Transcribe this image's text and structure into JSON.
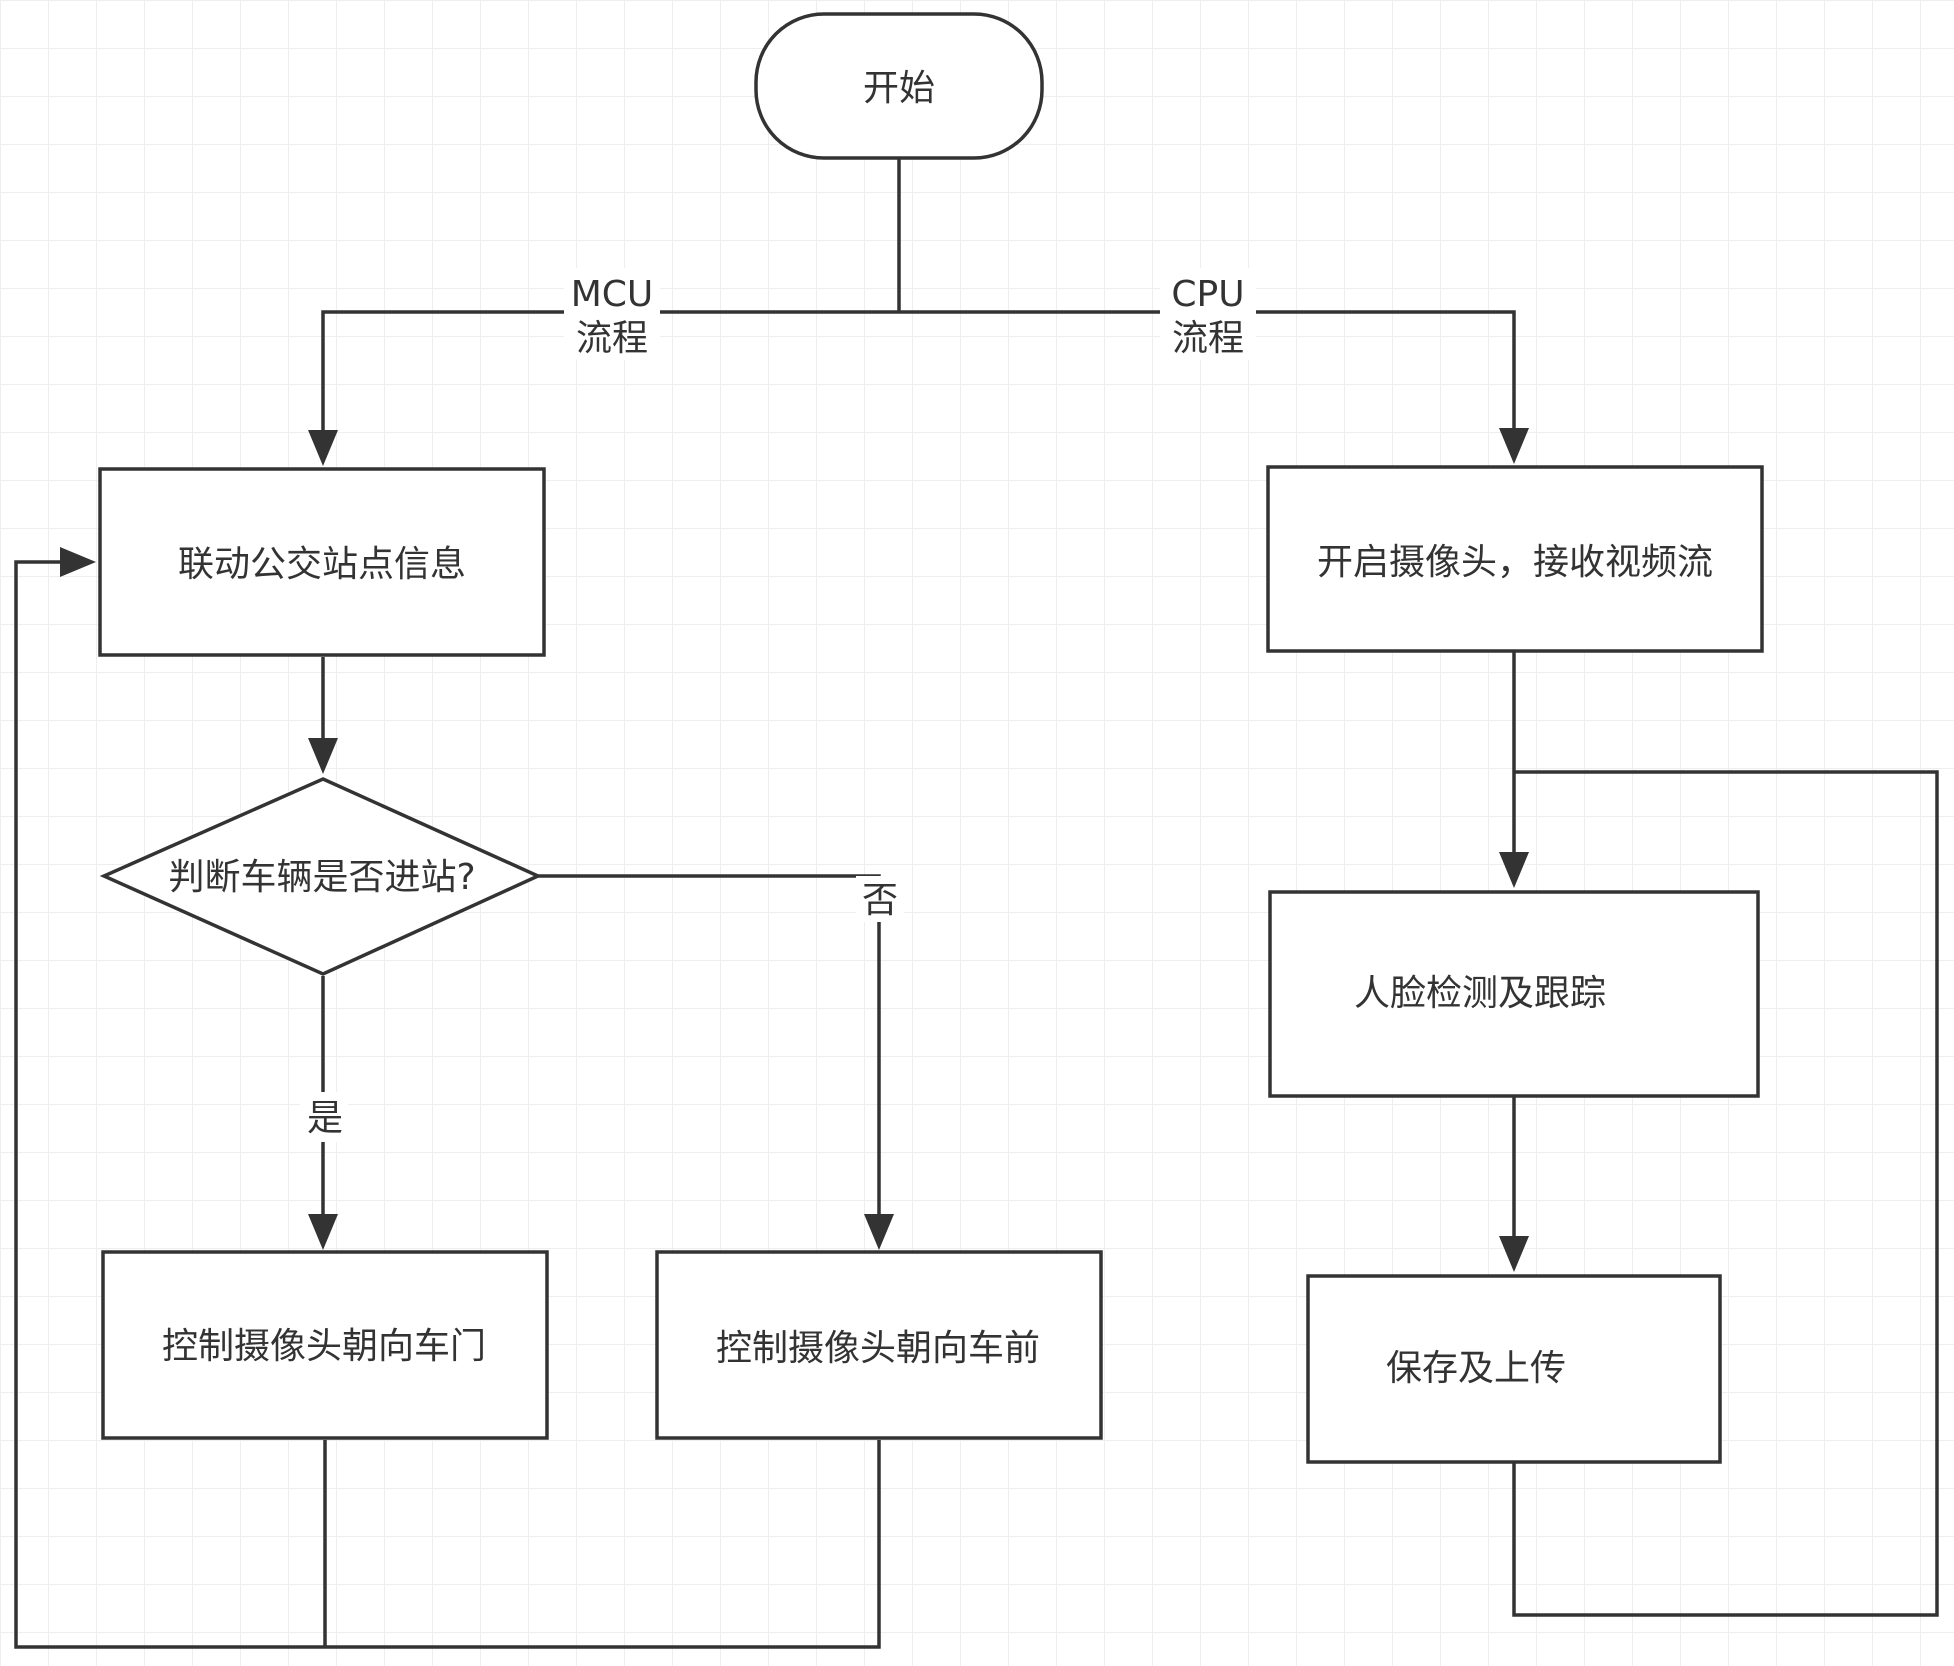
{
  "diagram": {
    "nodes": {
      "start": "开始",
      "bus_stop_info": "联动公交站点信息",
      "decision_enter_station": "判断车辆是否进站?",
      "camera_to_door": "控制摄像头朝向车门",
      "camera_to_front": "控制摄像头朝向车前",
      "open_camera": "开启摄像头，接收视频流",
      "face_detect_track": "人脸检测及跟踪",
      "save_upload": "保存及上传"
    },
    "edges": {
      "mcu_line1": "MCU",
      "mcu_line2": "流程",
      "cpu_line1": "CPU",
      "cpu_line2": "流程",
      "yes": "是",
      "no": "否"
    },
    "colors": {
      "stroke": "#333333",
      "fill": "#ffffff",
      "text": "#333333",
      "grid": "#eeeeee"
    }
  }
}
